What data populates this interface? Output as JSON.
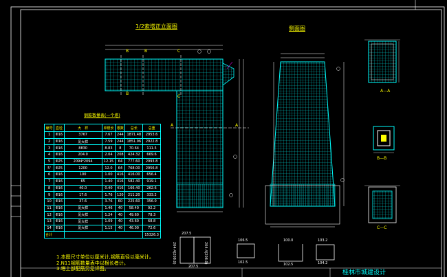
{
  "titles": {
    "front_view": "1/2索塔正立面图",
    "side_view": "侧面图",
    "table_title": "钢筋数量表(一个塔)"
  },
  "section_labels": {
    "aa": "A—A",
    "bb": "B—B",
    "cc": "C—C"
  },
  "markers": {
    "a": "A",
    "b": "B",
    "c": "C"
  },
  "table": {
    "headers": [
      "编号",
      "直径",
      "大　样",
      "单根长",
      "根数",
      "总长",
      "总重"
    ],
    "rows": [
      {
        "no": "1",
        "dia": "Φ16",
        "detail": "3767",
        "len": "7.67",
        "count": "244",
        "total": "1871.48",
        "weight": "2953.6"
      },
      {
        "no": "2",
        "dia": "Φ16",
        "detail": "见大样",
        "len": "7.59",
        "count": "244",
        "total": "1851.96",
        "weight": "2922.8"
      },
      {
        "no": "3",
        "dia": "Φ16",
        "detail": "8830",
        "len": "8.83",
        "count": "8",
        "total": "70.64",
        "weight": "111.5"
      },
      {
        "no": "4",
        "dia": "Φ16",
        "detail": "204.0",
        "len": "2.04",
        "count": "208",
        "total": "424.32",
        "weight": "669.6"
      },
      {
        "no": "5",
        "dia": "Φ25",
        "detail": "2094*2094",
        "len": "12.15",
        "count": "64",
        "total": "777.60",
        "weight": "2993.8"
      },
      {
        "no": "5'",
        "dia": "Φ25",
        "detail": "1200",
        "len": "12.0",
        "count": "64",
        "total": "768.00",
        "weight": "2956.8"
      },
      {
        "no": "6",
        "dia": "Φ16",
        "detail": "100",
        "len": "1.00",
        "count": "416",
        "total": "416.00",
        "weight": "656.4"
      },
      {
        "no": "7",
        "dia": "Φ16",
        "detail": "65",
        "len": "1.40",
        "count": "416",
        "total": "582.40",
        "weight": "919.1"
      },
      {
        "no": "8",
        "dia": "Φ16",
        "detail": "40.0",
        "len": "0.40",
        "count": "416",
        "total": "166.40",
        "weight": "262.6"
      },
      {
        "no": "9",
        "dia": "Φ16",
        "detail": "17.6",
        "len": "1.76",
        "count": "120",
        "total": "211.20",
        "weight": "333.2"
      },
      {
        "no": "10",
        "dia": "Φ16",
        "detail": "37.6",
        "len": "3.76",
        "count": "60",
        "total": "225.60",
        "weight": "356.0"
      },
      {
        "no": "11",
        "dia": "Φ16",
        "detail": "见大样",
        "len": "1.46",
        "count": "40",
        "total": "58.40",
        "weight": "92.2"
      },
      {
        "no": "12",
        "dia": "Φ16",
        "detail": "见大样",
        "len": "1.24",
        "count": "40",
        "total": "49.60",
        "weight": "78.3"
      },
      {
        "no": "13",
        "dia": "Φ16",
        "detail": "见大样",
        "len": "1.09",
        "count": "40",
        "total": "43.60",
        "weight": "68.8"
      },
      {
        "no": "14",
        "dia": "Φ16",
        "detail": "见大样",
        "len": "1.15",
        "count": "40",
        "total": "46.00",
        "weight": "72.6"
      }
    ],
    "total_label": "合计",
    "total_weight": "15326.3"
  },
  "notes": [
    "1.本图尺寸单位以厘米计,钢筋直径以毫米计。",
    "2.N11钢筋数量表中以根长者计。",
    "3.塔上部配筋另见详图。"
  ],
  "detail_dims": {
    "d1": "207.5",
    "d2": "204.4(208.0)",
    "d3": "204.4(208.0)",
    "d4": "207.5",
    "d5": "106.5",
    "d6": "102.5",
    "d7": "100.0",
    "d8": "102.5",
    "d9": "103.2",
    "d10": "104.2"
  },
  "title_block": {
    "project": "桂林市城建设计"
  },
  "colors": {
    "grid": "#00ffff",
    "title": "#ffff00",
    "frame": "#ffffff",
    "accent": "#ff00ff"
  }
}
